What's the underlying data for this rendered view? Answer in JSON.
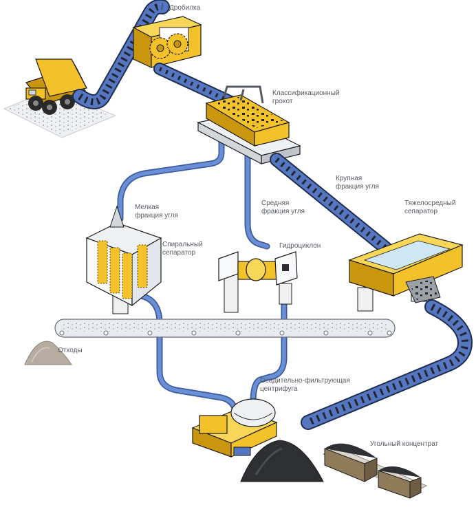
{
  "labels": {
    "crusher": "Дробилка",
    "screen": "Классификационный\nгрохот",
    "coarse": "Крупная\nфракция угля",
    "heavy_separator": "Тяжелосредный\nсепаратор",
    "fine": "Мелкая\nфракция угля",
    "spiral": "Спиральный\nсепаратор",
    "medium": "Средняя\nфракция угля",
    "hydrocyclone": "Гидроциклон",
    "tailings": "Отходы",
    "centrifuge": "Осадительно-фильтрующая\nцентрифуга",
    "concentrate": "Угольный концентрат"
  },
  "colors": {
    "belt": "#5577c2",
    "belt_edge": "#1f2d4d",
    "machine": "#f3c22b",
    "machine_dark": "#c9960e",
    "pipe": "#6a8fd4",
    "frame": "#e8ebef",
    "coal": "#2d2f33"
  }
}
